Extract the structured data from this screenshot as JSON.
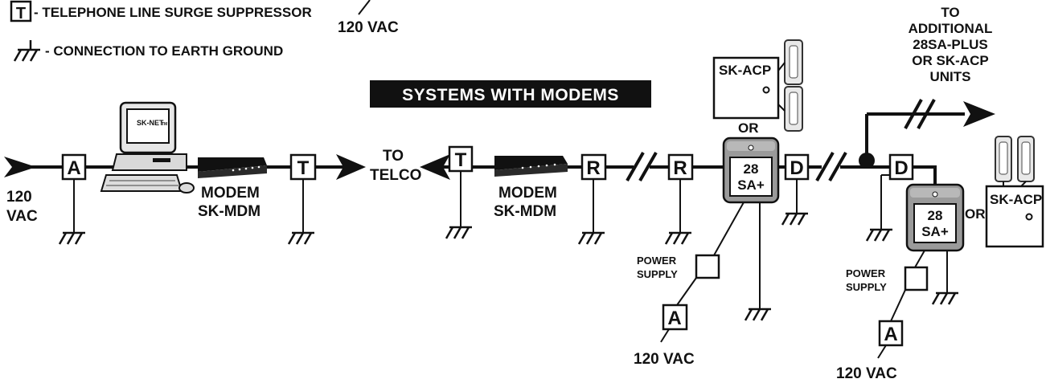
{
  "legend": {
    "suppressor_letter": "T",
    "suppressor_text": "- TELEPHONE LINE SURGE SUPPRESSOR",
    "ground_text": "- CONNECTION TO EARTH GROUND",
    "top_ac": "120 VAC"
  },
  "title": "SYSTEMS WITH MODEMS",
  "labels": {
    "left_ac_line1": "120",
    "left_ac_line2": "VAC",
    "modem1_line1": "MODEM",
    "modem1_line2": "SK-MDM",
    "telco_line1": "TO",
    "telco_line2": "TELCO",
    "modem2_line1": "MODEM",
    "modem2_line2": "SK-MDM",
    "skacp": "SK-ACP",
    "or": "OR",
    "unit_line1": "28",
    "unit_line2": "SA+",
    "power_line1": "POWER",
    "power_line2": "SUPPLY",
    "ac": "120 VAC",
    "additional_line1": "TO",
    "additional_line2": "ADDITIONAL",
    "additional_line3": "28SA-PLUS",
    "additional_line4": "OR SK-ACP",
    "additional_line5": "UNITS",
    "computer_screen": "SK-NET",
    "computer_tm": "TM",
    "suppressor_a": "A",
    "suppressor_t": "T",
    "suppressor_r": "R",
    "suppressor_d": "D"
  }
}
